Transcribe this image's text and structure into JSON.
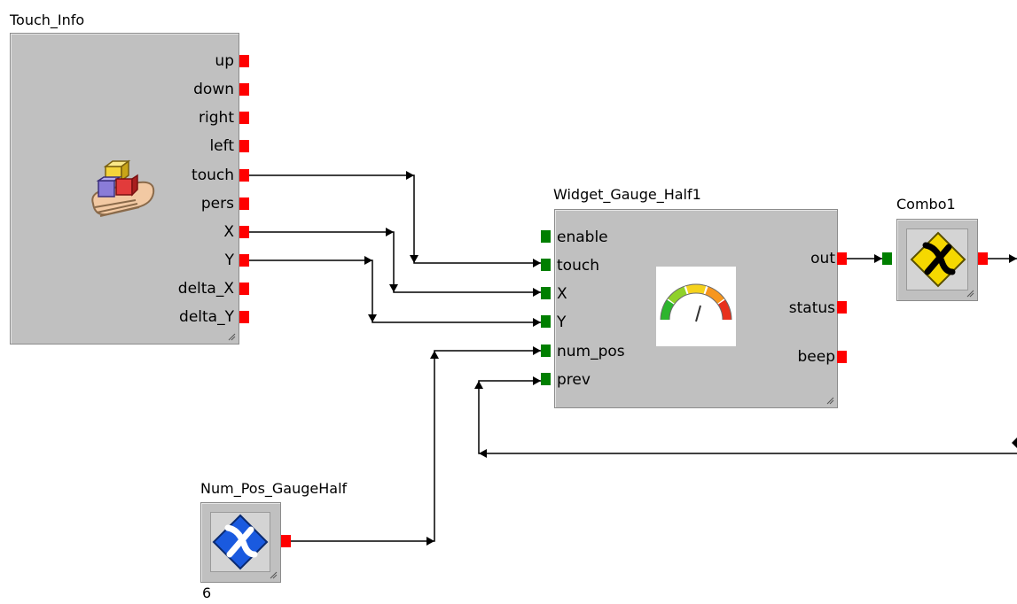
{
  "blocks": {
    "touch_info": {
      "title": "Touch_Info",
      "outputs": [
        "up",
        "down",
        "right",
        "left",
        "touch",
        "pers",
        "X",
        "Y",
        "delta_X",
        "delta_Y"
      ],
      "icon": "touch-sensor-icon"
    },
    "gauge": {
      "title": "Widget_Gauge_Half1",
      "inputs": [
        "enable",
        "touch",
        "X",
        "Y",
        "num_pos",
        "prev"
      ],
      "outputs": [
        "out",
        "status",
        "beep"
      ],
      "icon": "half-gauge-icon",
      "gauge_colors": [
        "#2db52d",
        "#8fd12a",
        "#f5d21c",
        "#f7961e",
        "#e8301c"
      ]
    },
    "combo": {
      "title": "Combo1",
      "icon": "combo-x-icon",
      "icon_color": "#f5d800"
    },
    "num_pos": {
      "title": "Num_Pos_GaugeHalf",
      "icon": "constant-x-icon",
      "icon_color": "#1a5adf",
      "value": "6"
    }
  },
  "colors": {
    "output_port": "#ff0000",
    "input_port": "#007f00",
    "block_fill": "#c0c0c0",
    "wire": "#000000"
  }
}
